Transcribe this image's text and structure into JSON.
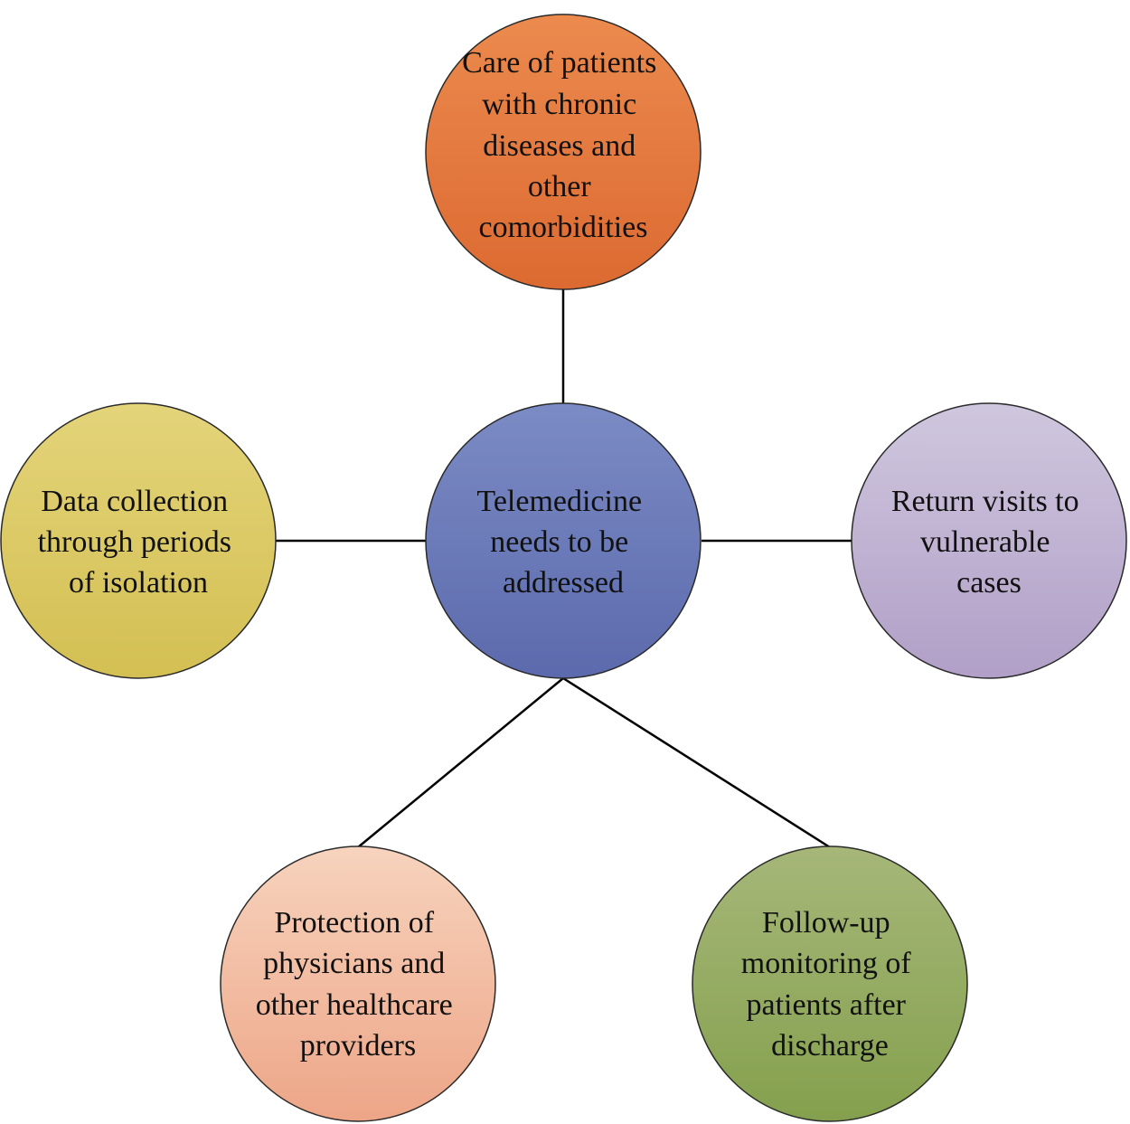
{
  "diagram": {
    "center": {
      "lines": [
        "Telemedicine",
        "needs to be",
        "addressed"
      ],
      "colors": {
        "top": "#7b8bc4",
        "bottom": "#5c6aad"
      }
    },
    "nodes": [
      {
        "id": "chronic-care",
        "lines": [
          "Care of patients",
          "with chronic",
          "diseases and",
          "other",
          "comorbidities"
        ],
        "colors": {
          "top": "#ec8a4e",
          "bottom": "#dc6a31"
        }
      },
      {
        "id": "return-visits",
        "lines": [
          "Return visits to",
          "vulnerable",
          "cases"
        ],
        "colors": {
          "top": "#cfc7de",
          "bottom": "#b19fc7"
        }
      },
      {
        "id": "follow-up",
        "lines": [
          "Follow-up",
          "monitoring of",
          "patients after",
          "discharge"
        ],
        "colors": {
          "top": "#a6b779",
          "bottom": "#84a04d"
        }
      },
      {
        "id": "protection",
        "lines": [
          "Protection of",
          "physicians and",
          "other healthcare",
          "providers"
        ],
        "colors": {
          "top": "#f7d3bd",
          "bottom": "#eda587"
        }
      },
      {
        "id": "data-collection",
        "lines": [
          "Data collection",
          "through periods",
          "of isolation"
        ],
        "colors": {
          "top": "#e4d47a",
          "bottom": "#d3bf52"
        }
      }
    ]
  }
}
